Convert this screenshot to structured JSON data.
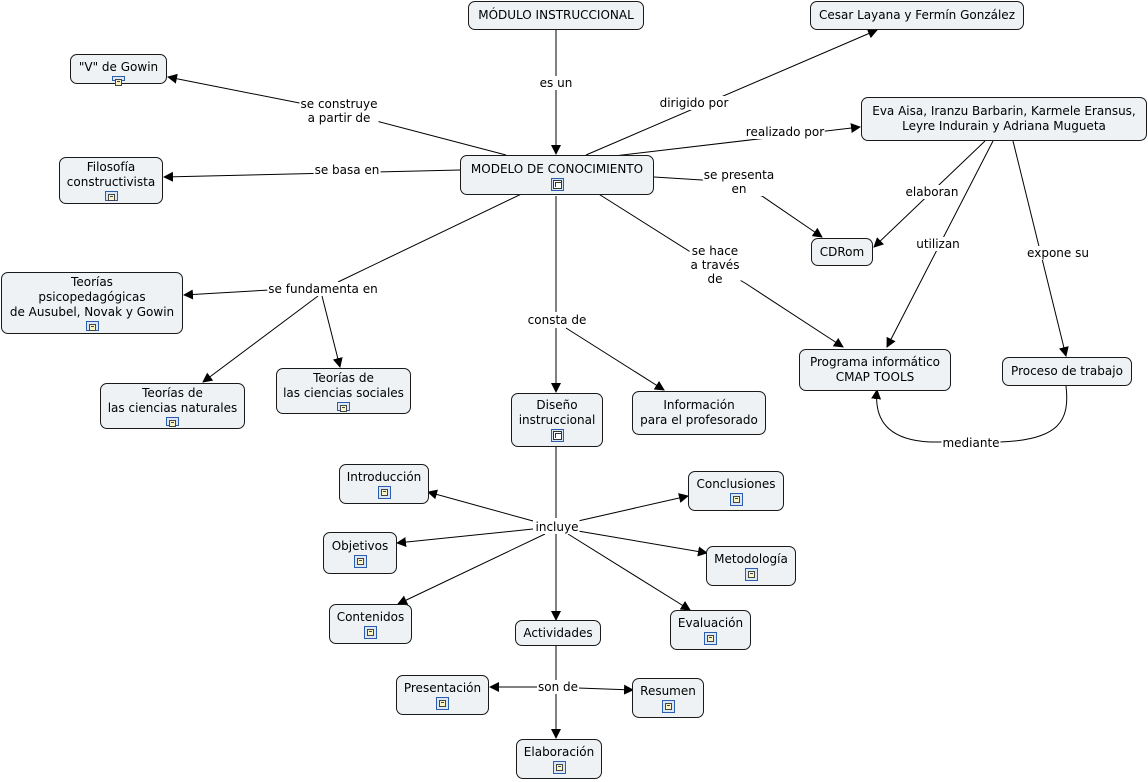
{
  "concepts": {
    "modulo": "MÓDULO INSTRUCCIONAL",
    "autores": "Cesar Layana y Fermín González",
    "vgowin": "\"V\" de Gowin",
    "eva": "Eva Aisa, Iranzu Barbarin, Karmele Eransus,\nLeyre Indurain y Adriana Mugueta",
    "filosofia": "Filosofía\nconstructivista",
    "modelo": "MODELO DE CONOCIMIENTO",
    "cdrom": "CDRom",
    "teorias_psico": "Teorías\npsicopedagógicas\nde Ausubel, Novak y Gowin",
    "teorias_nat": "Teorías de\nlas ciencias naturales",
    "teorias_soc": "Teorías de\nlas ciencias sociales",
    "diseno": "Diseño\ninstruccional",
    "informacion": "Información\npara el profesorado",
    "programa": "Programa informático\nCMAP TOOLS",
    "proceso": "Proceso de trabajo",
    "introduccion": "Introducción",
    "conclusiones": "Conclusiones",
    "objetivos": "Objetivos",
    "metodologia": "Metodología",
    "contenidos": "Contenidos",
    "actividades": "Actividades",
    "evaluacion": "Evaluación",
    "presentacion": "Presentación",
    "resumen": "Resumen",
    "elaboracion": "Elaboración"
  },
  "link_labels": {
    "es_un": "es un",
    "dirigido_por": "dirigido por",
    "se_construye": "se construye\na partir de",
    "realizado_por": "realizado por",
    "se_basa_en": "se basa en",
    "se_presenta_en": "se presenta\nen",
    "elaboran": "elaboran",
    "utilizan": "utilizan",
    "expone_su": "expone su",
    "se_hace": "se hace\na través\nde",
    "se_fundamenta": "se fundamenta en",
    "consta_de": "consta de",
    "mediante": "mediante",
    "incluye": "incluye",
    "son_de": "son de"
  },
  "icons": {
    "resource": "document-resource-icon",
    "submap": "submap-icon"
  },
  "colors": {
    "node_fill": "#eef2f4",
    "node_border": "#1a1a1a",
    "line": "#000000"
  }
}
